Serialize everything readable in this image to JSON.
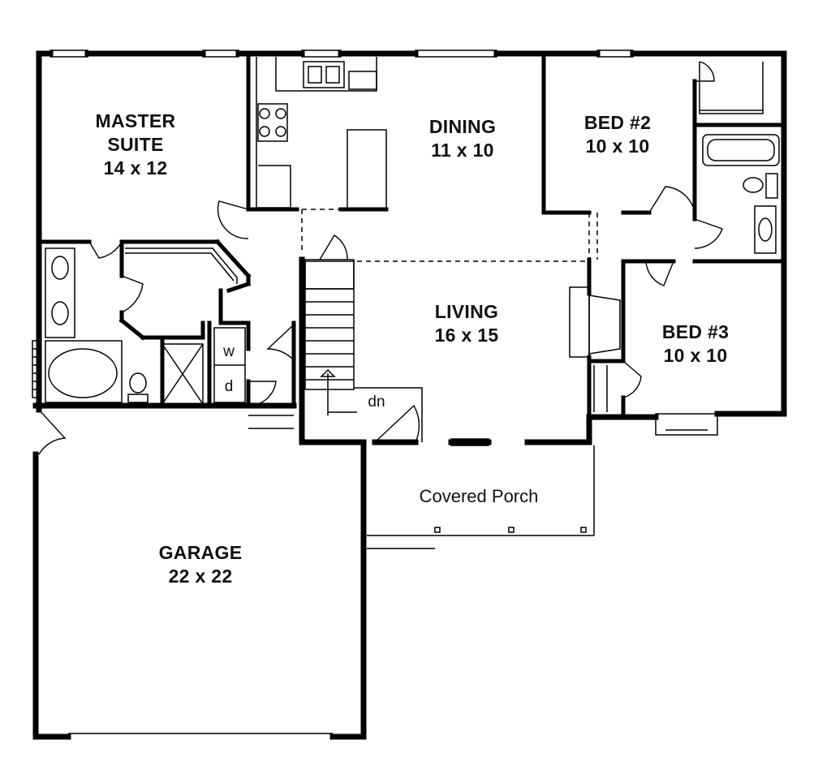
{
  "rooms": {
    "master_suite": {
      "name_line1": "MASTER",
      "name_line2": "SUITE",
      "size": "14 x 12"
    },
    "dining": {
      "name": "DINING",
      "size": "11 x 10"
    },
    "bed2": {
      "name": "BED #2",
      "size": "10 x 10"
    },
    "living": {
      "name": "LIVING",
      "size": "16 x 15"
    },
    "bed3": {
      "name": "BED #3",
      "size": "10 x 10"
    },
    "garage": {
      "name": "GARAGE",
      "size": "22 x 22"
    },
    "porch": {
      "name": "Covered Porch"
    }
  },
  "laundry": {
    "washer": "w",
    "dryer": "d"
  },
  "stairs": {
    "direction": "dn"
  },
  "colors": {
    "wall": "#000000",
    "fixture": "#222222",
    "background": "#ffffff"
  }
}
